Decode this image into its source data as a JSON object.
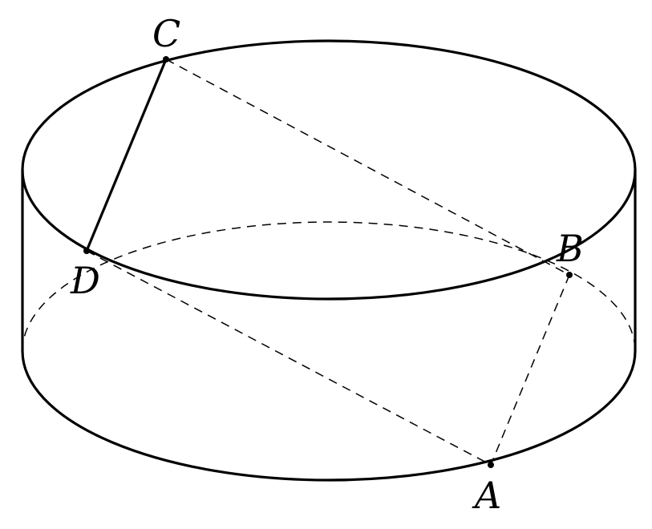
{
  "diagram": {
    "type": "cylinder-with-inscribed-quadrilateral",
    "points": {
      "A": "A",
      "B": "B",
      "C": "C",
      "D": "D"
    },
    "colors": {
      "stroke": "#000000",
      "background": "#ffffff"
    },
    "edges": {
      "solid": [
        "CD"
      ],
      "dashed": [
        "CB",
        "BA",
        "DA"
      ]
    }
  }
}
